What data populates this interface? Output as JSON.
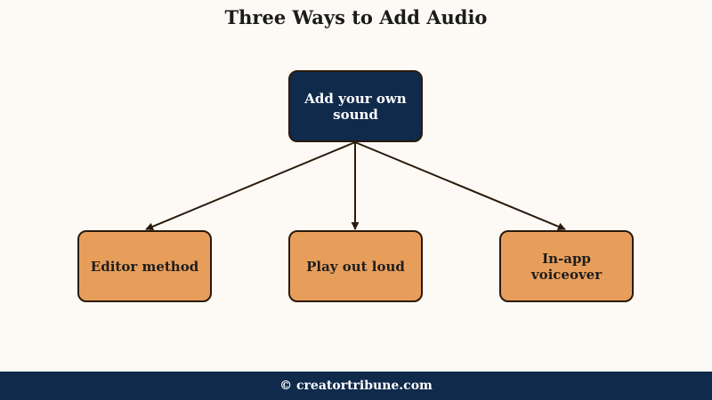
{
  "title": "Three Ways to Add Audio",
  "nodes": {
    "root": "Add your own sound",
    "children": [
      "Editor method",
      "Play out loud",
      "In-app voiceover"
    ]
  },
  "footer": "© creatortribune.com",
  "colors": {
    "background": "#fdfaf5",
    "root_fill": "#102a4c",
    "child_fill": "#e89e5b",
    "edge": "#2a1a0a",
    "footer_fill": "#102a4c"
  }
}
